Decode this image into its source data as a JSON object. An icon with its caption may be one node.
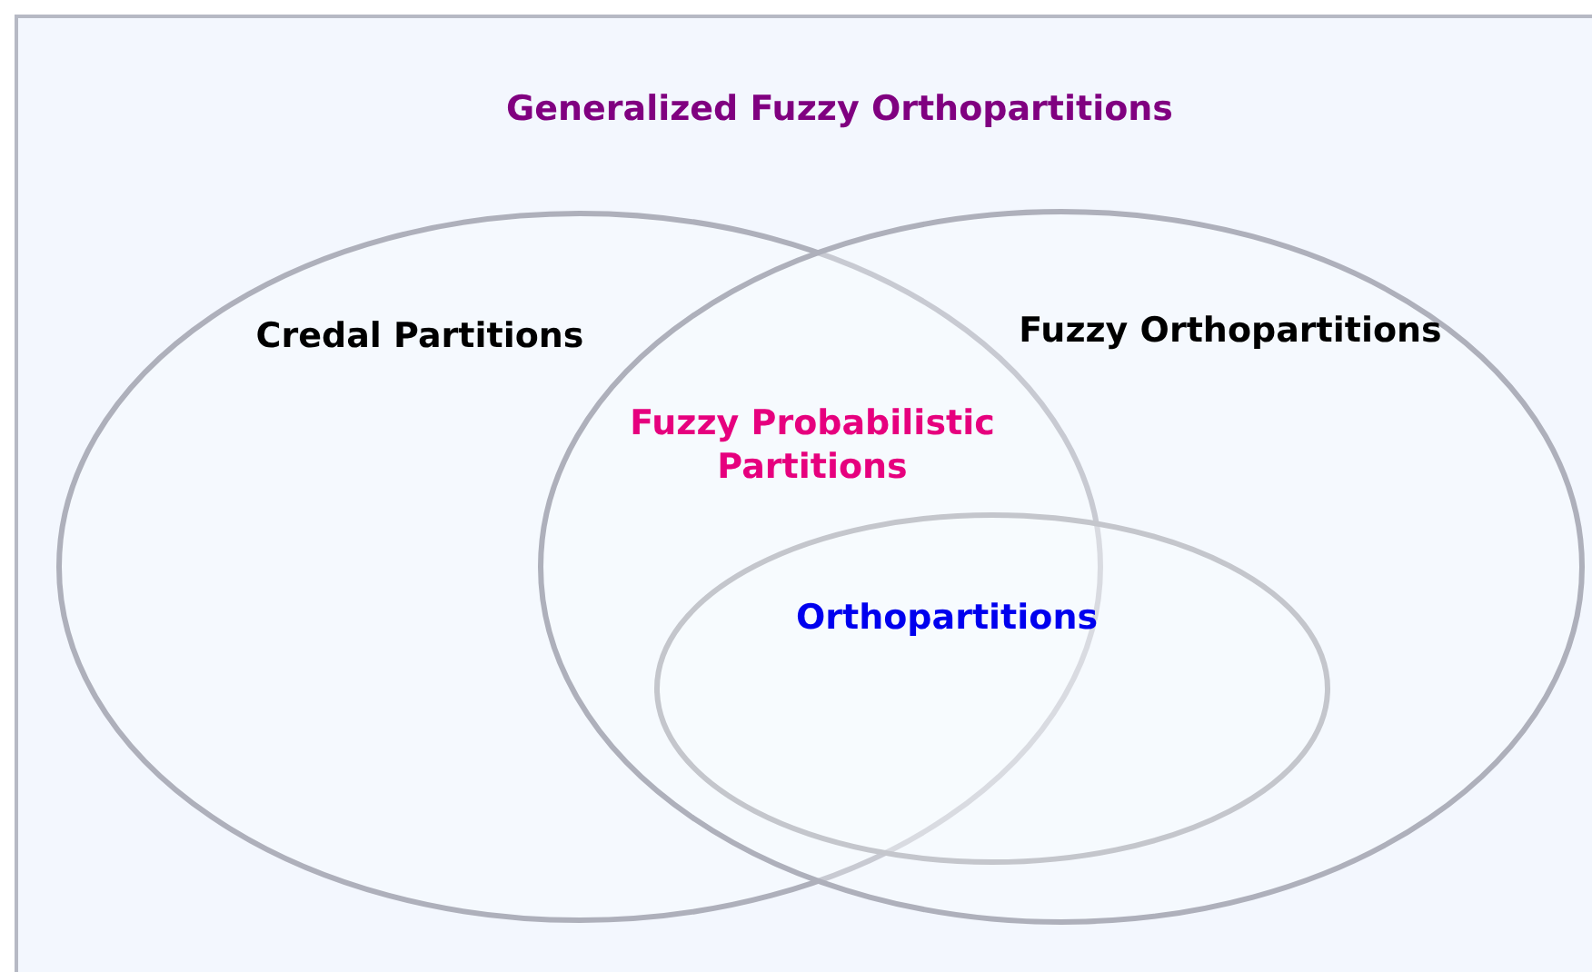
{
  "diagram": {
    "nodes": [
      {
        "text": [
          "Generalized Fuzzy Orthopartitions"
        ]
      },
      {
        "text": [
          "Credal Partitions"
        ],
        "in": 0
      },
      {
        "text": [
          "Fuzzy Orthopartitions"
        ],
        "in": 0
      },
      {
        "text": [
          "Orthopartitions"
        ],
        "in": 2
      }
    ],
    "labels": [
      "Fuzzy Probabilistic Partitions"
    ]
  }
}
